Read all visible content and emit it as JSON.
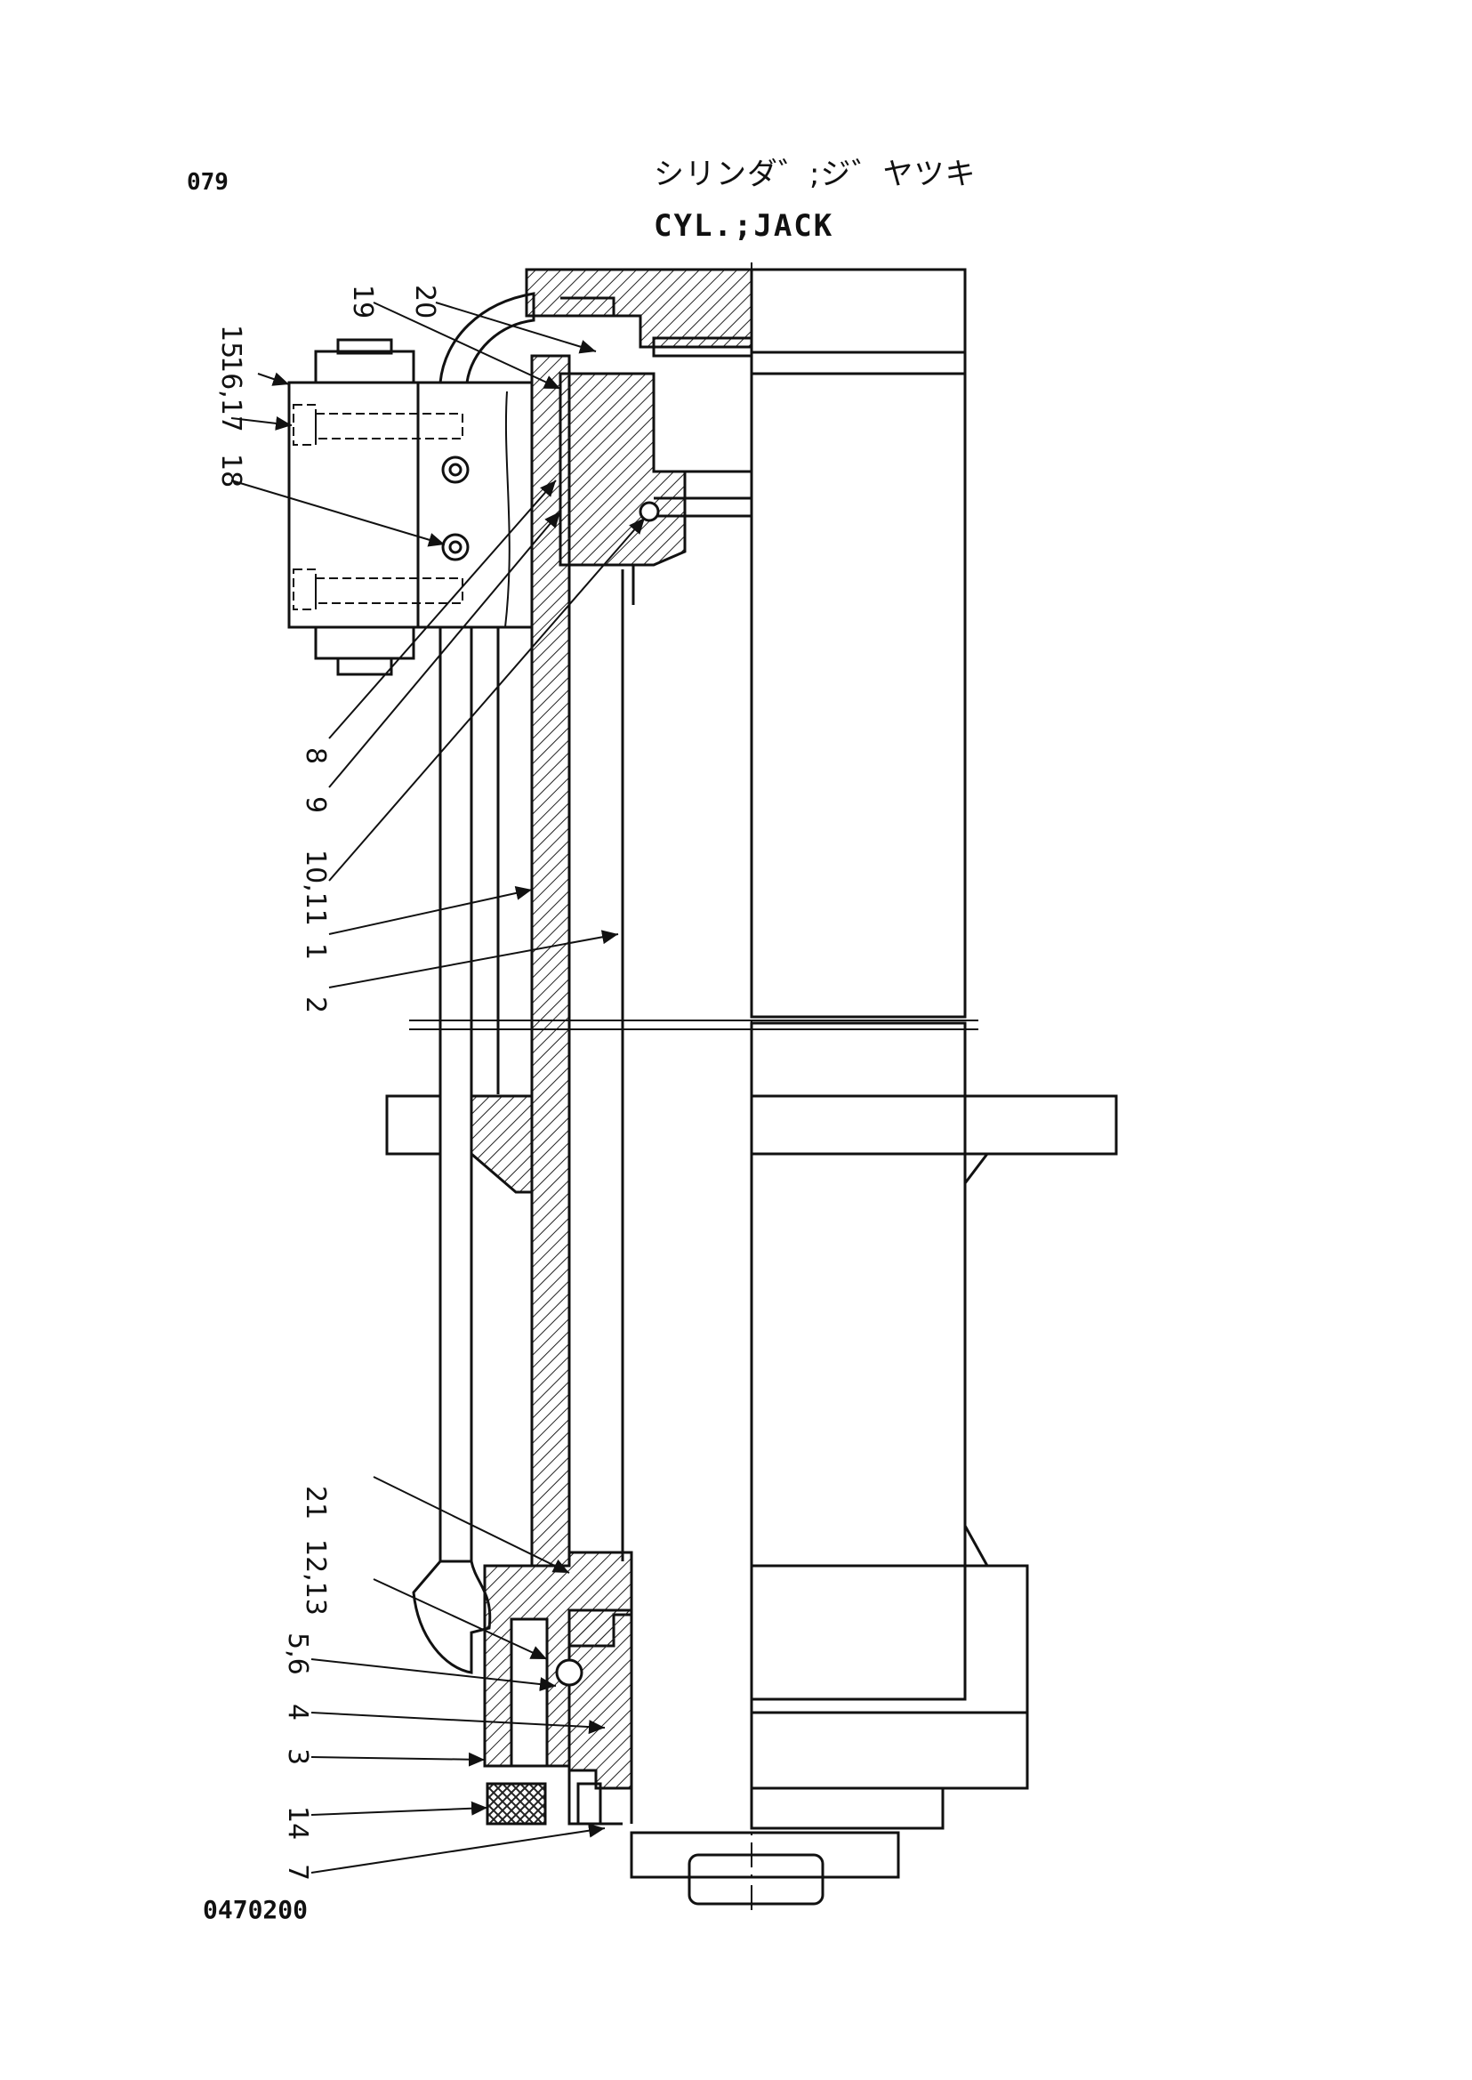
{
  "header": {
    "page_number": "079",
    "title_jp": "シリンダ゛;ジ゛ヤツキ",
    "title_en": "CYL.;JACK"
  },
  "footer": {
    "drawing_code": "0470200"
  },
  "callouts": [
    {
      "id": "c15",
      "label": "15"
    },
    {
      "id": "c16_17",
      "label": "16,17"
    },
    {
      "id": "c18",
      "label": "18"
    },
    {
      "id": "c19",
      "label": "19"
    },
    {
      "id": "c20",
      "label": "20"
    },
    {
      "id": "c8",
      "label": "8"
    },
    {
      "id": "c9",
      "label": "9"
    },
    {
      "id": "c10_11",
      "label": "10,11"
    },
    {
      "id": "c1",
      "label": "1"
    },
    {
      "id": "c2",
      "label": "2"
    },
    {
      "id": "c21",
      "label": "21"
    },
    {
      "id": "c12_13",
      "label": "12,13"
    },
    {
      "id": "c5_6",
      "label": "5,6"
    },
    {
      "id": "c4",
      "label": "4"
    },
    {
      "id": "c3",
      "label": "3"
    },
    {
      "id": "c14",
      "label": "14"
    },
    {
      "id": "c7",
      "label": "7"
    }
  ]
}
